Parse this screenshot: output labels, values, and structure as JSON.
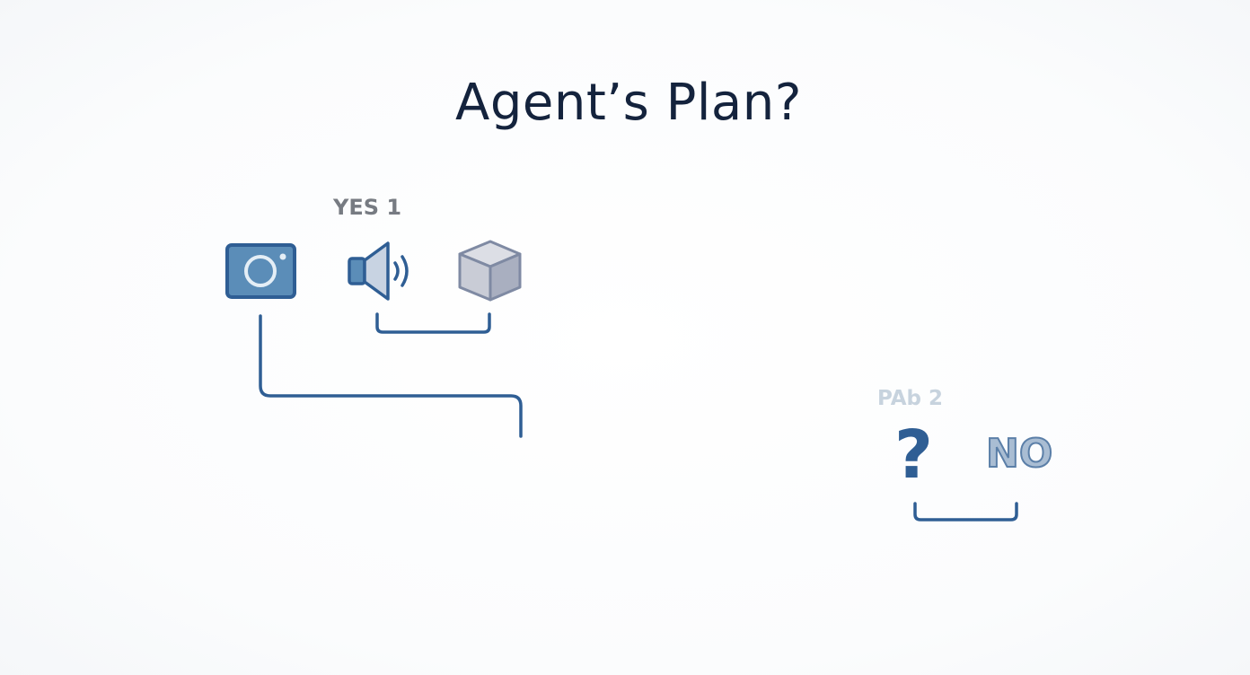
{
  "diagram": {
    "title": "Agent’s Plan?",
    "plan_1": {
      "label": "YES 1",
      "icons": [
        "camera-icon",
        "speaker-icon",
        "cube-icon"
      ]
    },
    "plan_2": {
      "label": "PAb 2",
      "symbol": "?",
      "answer": "NO"
    }
  },
  "colors": {
    "title": "#14233d",
    "stroke": "#2f5e94",
    "camera_fill": "#5b8db8",
    "cube_fill": "#c9ccd6",
    "label_grey": "#777b82",
    "faded_label": "#c7d3de"
  }
}
